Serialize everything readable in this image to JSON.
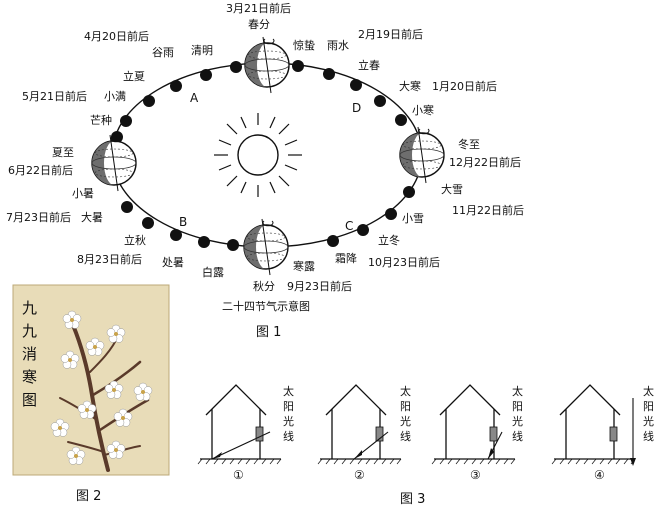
{
  "figure1": {
    "caption": "图 1",
    "diagram_title": "二十四节气示意图",
    "labels": {
      "chunfen": "春分",
      "chunfen_date": "3月21日前后",
      "qingming": "清明",
      "guyu": "谷雨",
      "guyu_date": "4月20日前后",
      "lixia": "立夏",
      "xiaoman": "小满",
      "xiaoman_date": "5月21日前后",
      "mangzhong": "芒种",
      "xiazhi": "夏至",
      "xiazhi_date": "6月22日前后",
      "xiaoshu": "小暑",
      "dashu": "大暑",
      "dashu_date": "7月23日前后",
      "liqiu": "立秋",
      "chushu": "处暑",
      "chushu_date": "8月23日前后",
      "bailu": "白露",
      "qiufen": "秋分",
      "hanlu": "寒露",
      "hanlu_date": "9月23日前后",
      "shuangjiang": "霜降",
      "shuangjiang_date": "10月23日前后",
      "lidong": "立冬",
      "xiaoxue": "小雪",
      "daxue": "大雪",
      "daxue_date": "11月22日前后",
      "dongzhi": "冬至",
      "dongzhi_date": "12月22日前后",
      "xiaohan": "小寒",
      "dahan": "大寒",
      "dahan_date": "1月20日前后",
      "lichun": "立春",
      "yushui": "雨水",
      "yushui_date": "2月19日前后",
      "jingzhe": "惊蛰"
    },
    "segment_letters": {
      "A": "A",
      "B": "B",
      "C": "C",
      "D": "D"
    }
  },
  "figure2": {
    "caption": "图 2",
    "vertical_title": [
      "九",
      "九",
      "消",
      "寒",
      "图"
    ]
  },
  "figure3": {
    "caption": "图 3",
    "sunlight_label": [
      "太",
      "阳",
      "光",
      "线"
    ],
    "panels": [
      "①",
      "②",
      "③",
      "④"
    ]
  },
  "colors": {
    "ink": "#111111",
    "earth_shadow": "#6e6e6e",
    "painting_bg": "#e8dcb8",
    "branch": "#5a3a2a"
  }
}
